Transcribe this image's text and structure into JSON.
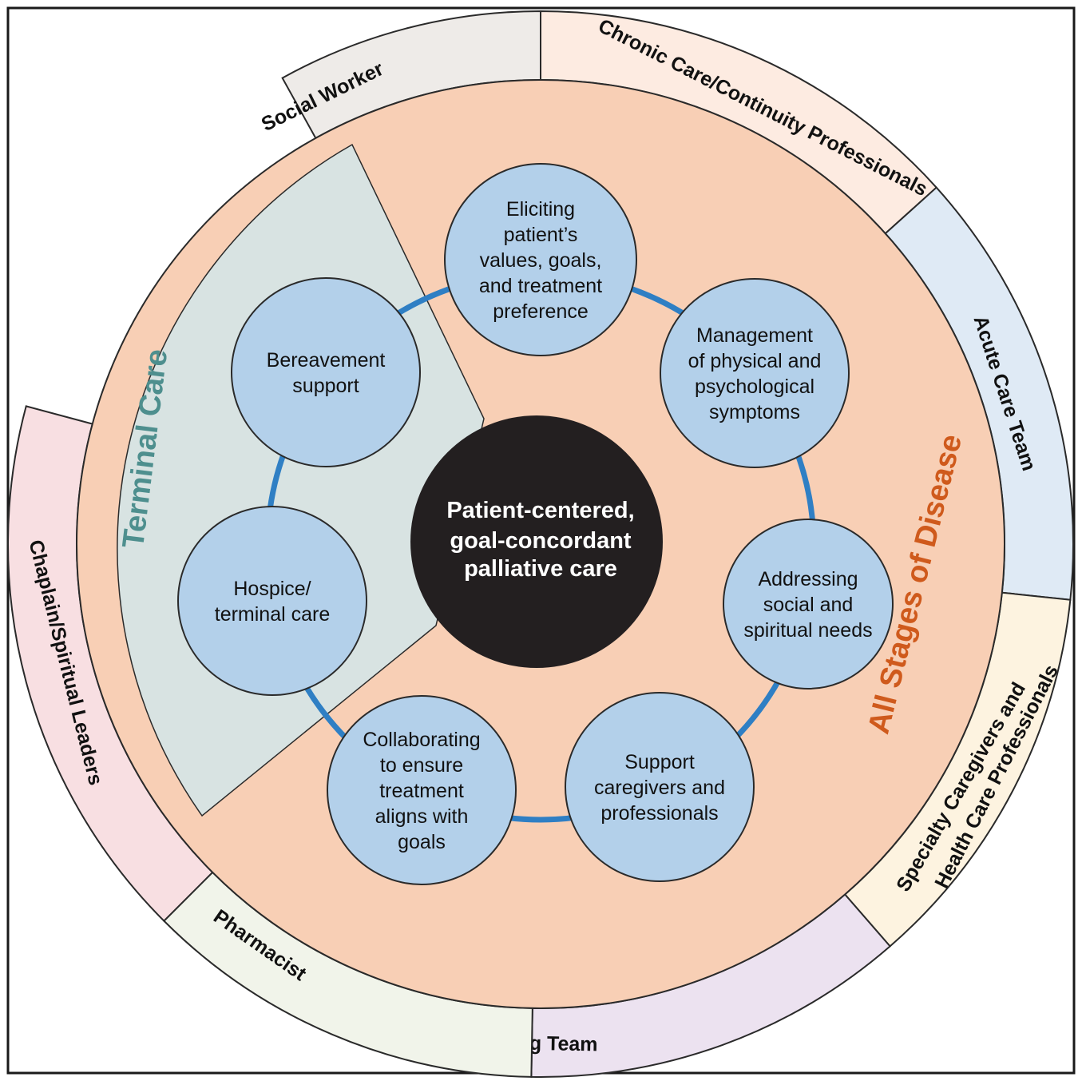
{
  "colors": {
    "frame": "#1a1a1a",
    "ring_stroke": "#2a2a2a",
    "terminal_region": "#d8e3e2",
    "all_stages_region": "#f8cfb5",
    "node_fill": "#b3d0ea",
    "connector": "#2f7fc4",
    "center_fill": "#231f20",
    "terminal_label": "#4e8f8e",
    "all_stages_label": "#cf5a1c"
  },
  "center": {
    "lines": [
      "Patient-centered,",
      "goal-concordant",
      "palliative care"
    ]
  },
  "stages": {
    "terminal": {
      "label": "Terminal Care"
    },
    "all": {
      "label": "All Stages of Disease"
    }
  },
  "outer_ring": [
    {
      "id": "social-worker",
      "label": "Social Worker",
      "fill": "#eeebe8"
    },
    {
      "id": "chronic-care",
      "label": "Chronic Care/Continuity Professionals",
      "fill": "#fdebe1"
    },
    {
      "id": "acute-care",
      "label": "Acute Care Team",
      "fill": "#dfeaf5"
    },
    {
      "id": "specialty-caregivers",
      "lines": [
        "Specialty Caregivers and",
        "Health Care Professionals"
      ],
      "fill": "#fdf3e0"
    },
    {
      "id": "nursing-team",
      "label": "Nursing Team",
      "fill": "#ece2f0"
    },
    {
      "id": "pharmacist",
      "label": "Pharmacist",
      "fill": "#f1f4ea"
    },
    {
      "id": "chaplain",
      "label": "Chaplain/Spiritual Leaders",
      "fill": "#f8dfe2"
    }
  ],
  "nodes": [
    {
      "id": "eliciting-values",
      "lines": [
        "Eliciting",
        "patient’s",
        "values, goals,",
        "and treatment",
        "preference"
      ]
    },
    {
      "id": "symptom-management",
      "lines": [
        "Management",
        "of physical and",
        "psychological",
        "symptoms"
      ]
    },
    {
      "id": "social-spiritual-needs",
      "lines": [
        "Addressing",
        "social and",
        "spiritual needs"
      ]
    },
    {
      "id": "support-caregivers",
      "lines": [
        "Support",
        "caregivers and",
        "professionals"
      ]
    },
    {
      "id": "treatment-alignment",
      "lines": [
        "Collaborating",
        "to ensure",
        "treatment",
        "aligns with",
        "goals"
      ]
    },
    {
      "id": "hospice-care",
      "lines": [
        "Hospice/",
        "terminal care"
      ]
    },
    {
      "id": "bereavement-support",
      "lines": [
        "Bereavement",
        "support"
      ]
    }
  ]
}
